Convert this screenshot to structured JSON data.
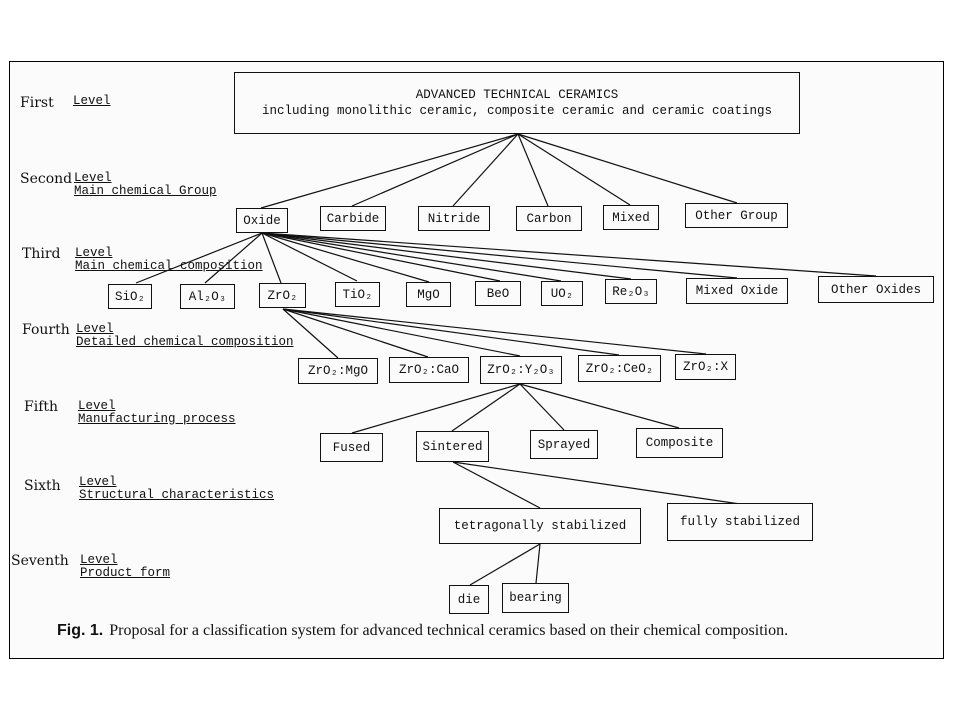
{
  "levels": [
    {
      "word": "First",
      "label": "Level"
    },
    {
      "word": "Second",
      "label": "Level",
      "desc": "Main chemical Group"
    },
    {
      "word": "Third",
      "label": "Level",
      "desc": "Main chemical composition"
    },
    {
      "word": "Fourth",
      "label": "Level",
      "desc": "Detailed chemical composition"
    },
    {
      "word": "Fifth",
      "label": "Level",
      "desc": "Manufacturing process"
    },
    {
      "word": "Sixth",
      "label": "Level",
      "desc": "Structural characteristics"
    },
    {
      "word": "Seventh",
      "label": "Level",
      "desc": "Product form"
    }
  ],
  "root": {
    "line1": "ADVANCED TECHNICAL CERAMICS",
    "line2": "including monolithic ceramic, composite ceramic and ceramic coatings"
  },
  "level2": [
    "Oxide",
    "Carbide",
    "Nitride",
    "Carbon",
    "Mixed",
    "Other Group"
  ],
  "level3": [
    "SiO₂",
    "Al₂O₃",
    "ZrO₂",
    "TiO₂",
    "MgO",
    "BeO",
    "UO₂",
    "Re₂O₃",
    "Mixed Oxide",
    "Other Oxides"
  ],
  "level4": [
    "ZrO₂:MgO",
    "ZrO₂:CaO",
    "ZrO₂:Y₂O₃",
    "ZrO₂:CeO₂",
    "ZrO₂:X"
  ],
  "level5": [
    "Fused",
    "Sintered",
    "Sprayed",
    "Composite"
  ],
  "level6": [
    "tetragonally stabilized",
    "fully stabilized"
  ],
  "level7": [
    "die",
    "bearing"
  ],
  "caption": {
    "label": "Fig. 1.",
    "text": "Proposal for a classification system for advanced technical ceramics based on their chemical composition."
  }
}
